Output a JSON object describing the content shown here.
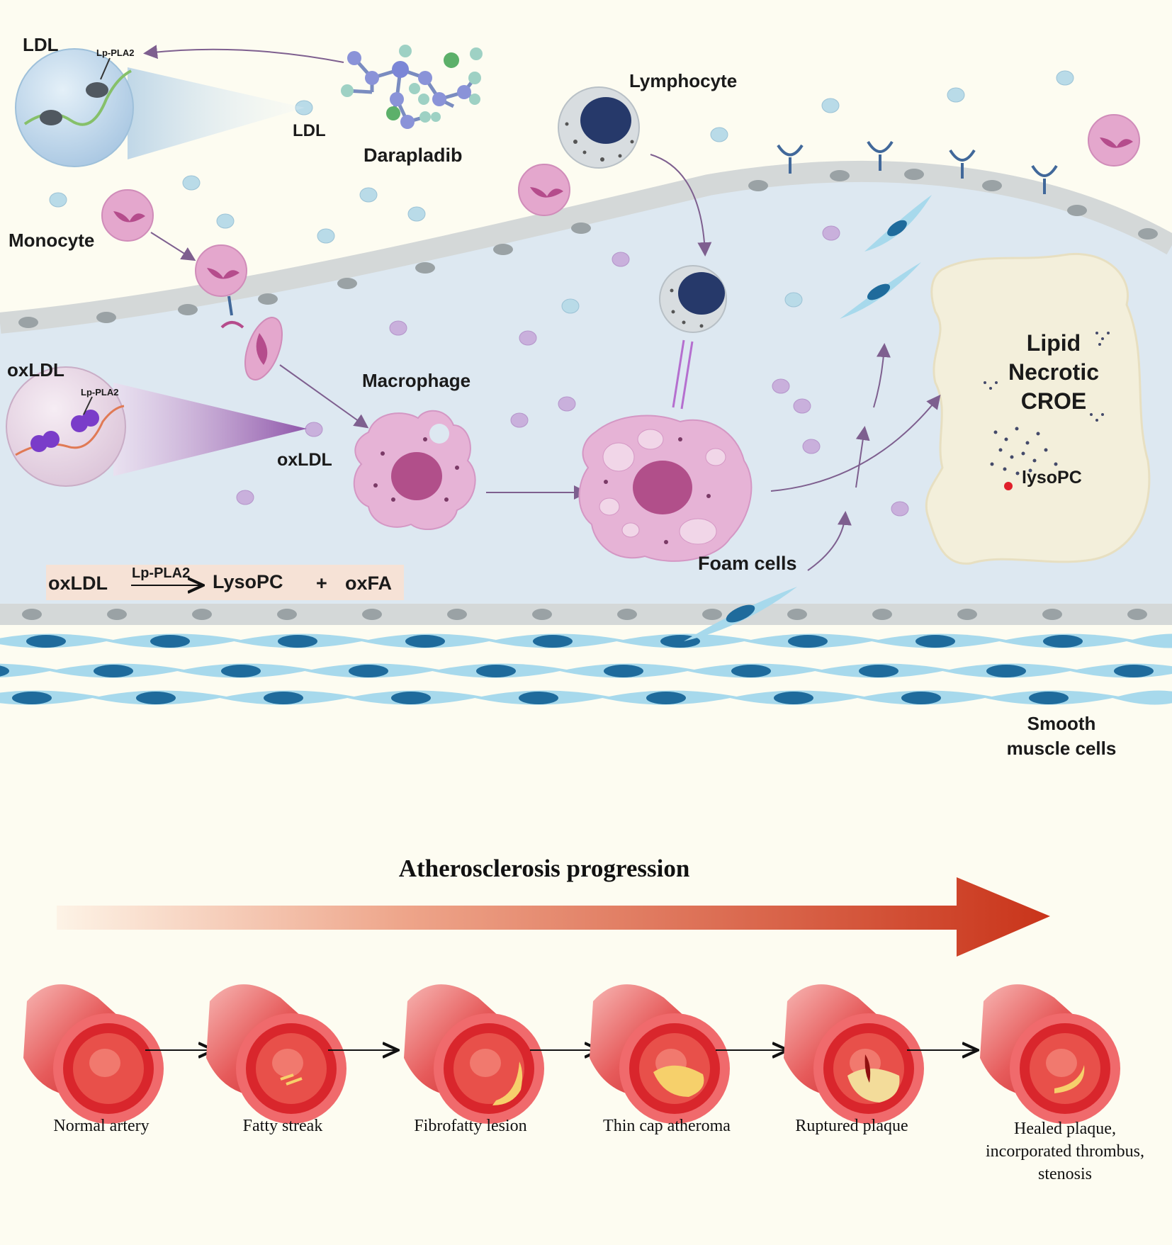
{
  "colors": {
    "background": "#fdfcf1",
    "lumen": "#dde8f1",
    "endothelium": "#d9dcdc",
    "smooth_muscle": "#a7d9ec",
    "ldl_particle": "#b9dbe8",
    "oxldl_particle": "#c9b0dc",
    "monocyte": "#e4a7cd",
    "macrophage": "#e6b3d6",
    "lymphocyte_nucleus": "#26396a",
    "arrow_purple": "#7e5f8f",
    "progression_arrow": "#c9341a",
    "artery": "#e23c3e",
    "plaque": "#f6d06b"
  },
  "labels": {
    "ldl_top": "LDL",
    "lp_pla2_small": "Lp-PLA2",
    "ldl_particle": "LDL",
    "darapladib": "Darapladib",
    "lymphocyte": "Lymphocyte",
    "monocyte": "Monocyte",
    "oxldl_top": "oxLDL",
    "lp_pla2_small_2": "Lp-PLA2",
    "oxldl_particle": "oxLDL",
    "macrophage": "Macrophage",
    "foam_cells": "Foam cells",
    "lipid_core_line1": "Lipid",
    "lipid_core_line2": "Necrotic",
    "lipid_core_line3": "CROE",
    "lysopc": "lysoPC",
    "smooth_muscle_line1": "Smooth",
    "smooth_muscle_line2": "muscle cells"
  },
  "reaction": {
    "substrate": "oxLDL",
    "enzyme": "Lp-PLA2",
    "product1": "LysoPC",
    "plus": "+",
    "product2": "oxFA"
  },
  "progression": {
    "title": "Atherosclerosis progression",
    "stages": [
      {
        "label": "Normal artery",
        "plaque": 0
      },
      {
        "label": "Fatty streak",
        "plaque": 1
      },
      {
        "label": "Fibrofatty lesion",
        "plaque": 2
      },
      {
        "label": "Thin cap atheroma",
        "plaque": 3
      },
      {
        "label": "Ruptured plaque",
        "plaque": 4
      },
      {
        "label": "Healed plaque,",
        "label2": "incorporated thrombus,",
        "label3": "stenosis",
        "plaque": 5
      }
    ]
  }
}
